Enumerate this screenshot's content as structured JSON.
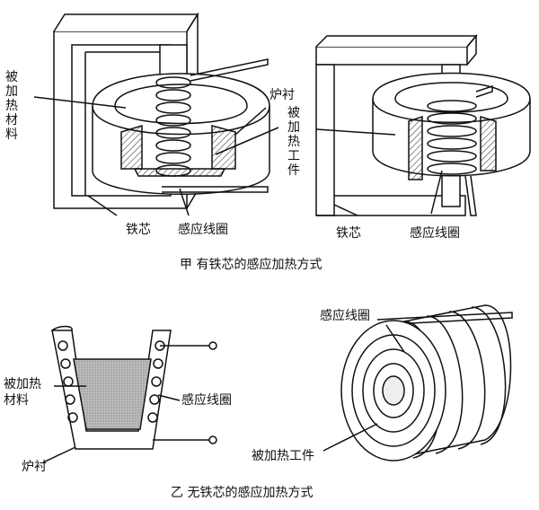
{
  "top": {
    "caption": "甲 有铁芯的感应加热方式",
    "left": {
      "material_label": "被加热材料",
      "lining_label": "炉衬",
      "core_label": "铁芯",
      "coil_label": "感应线圈"
    },
    "right": {
      "workpiece_label": "被加热工件",
      "core_label": "铁芯",
      "coil_label": "感应线圈"
    }
  },
  "bottom": {
    "caption": "乙 无铁芯的感应加热方式",
    "left": {
      "material_label_line1": "被加热",
      "material_label_line2": "材料",
      "coil_label": "感应线圈",
      "lining_label": "炉衬"
    },
    "right": {
      "coil_label": "感应线圈",
      "workpiece_label": "被加热工件"
    }
  }
}
